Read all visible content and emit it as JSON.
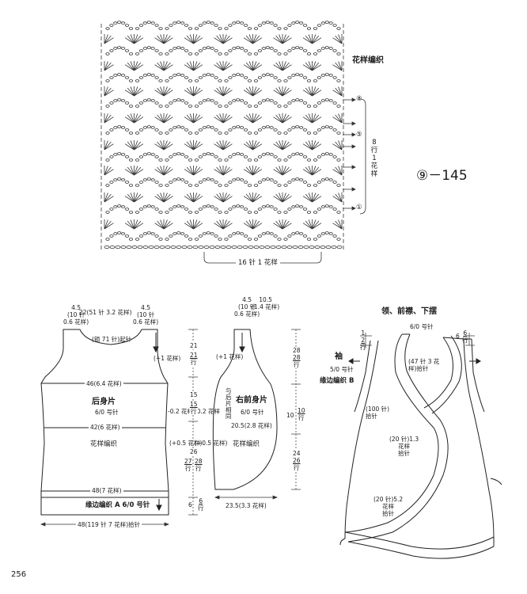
{
  "pattern": {
    "title": "花样编织",
    "code": "⑨－145",
    "repeat_label": "16 针 1 花样",
    "row_markers": [
      "⑧",
      "⑤",
      "①"
    ],
    "rows_label": [
      "8",
      "行",
      "1",
      "花",
      "样"
    ]
  },
  "back": {
    "top_left": [
      "4.5",
      "(10 针",
      "0.6 花样)"
    ],
    "top_mid": "22(51 针 3.2 花样)",
    "top_right": [
      "4.5",
      "(10 针",
      "0.6 花样)"
    ],
    "cast_on": "(锁 71 针)起针",
    "plus_one": "(+1 花样)",
    "width_upper": "46(6.4 花样)",
    "name": "后身片",
    "needle": "6/0 号针",
    "width_mid": "42(6 花样)",
    "stitch": "花样编织",
    "width_lower": "48(7 花样)",
    "border": "缘边编织 A  6/0 号针",
    "width_bottom": "48(119 针 7 花样)拾针",
    "dec1": "-0.2 花样",
    "dec2": "-0.2 花样",
    "inc1": "(+0.5 花样)",
    "inc2": "(+0.5 花样)"
  },
  "heights": {
    "h21": "21",
    "r21": "21",
    "r21b": "行",
    "h15": "15",
    "r15": "15",
    "r15b": "行",
    "h26": "26",
    "r27": "27",
    "r28": "28",
    "r_row": "行",
    "h6": "6",
    "r6": "6",
    "r6b": "行"
  },
  "front": {
    "top_left": [
      "4.5",
      "(10 针",
      "0.6 花样)"
    ],
    "top_right": [
      "10.5",
      "(1.4 花样)"
    ],
    "plus_one": "(+1 花样)",
    "same_back": [
      "与",
      "后",
      "片",
      "相",
      "同"
    ],
    "name": "右前身片",
    "needle": "6/0 号针",
    "width_mid": "20.5(2.8 花样)",
    "stitch": "花样编织",
    "width_bottom": "23.5(3.3 花样)",
    "h28": "28",
    "r28": "28",
    "r28b": "行",
    "h10": "10",
    "r10": "10",
    "r10b": "行",
    "h24": "24",
    "r26": "26",
    "r26b": "行"
  },
  "collar": {
    "title": "领、前襟、下摆",
    "needle": "6/0 号针",
    "left_num": [
      "1",
      "2"
    ],
    "left_row": "行",
    "right_num": "6",
    "right_frac": [
      "6",
      "行"
    ],
    "pick47": [
      "(47 针 3 花",
      "样)拾针"
    ],
    "sleeve_title": "袖",
    "sleeve_needle": "5/0 号针",
    "sleeve_border": "缘边编织 B",
    "pick100": [
      "(100 针)",
      "拾针"
    ],
    "pick20a": [
      "(20 针)1.3",
      "花样",
      "拾针"
    ],
    "pick20b": [
      "(20 针)5.2",
      "花样",
      "拾针"
    ]
  },
  "page_number": "256"
}
